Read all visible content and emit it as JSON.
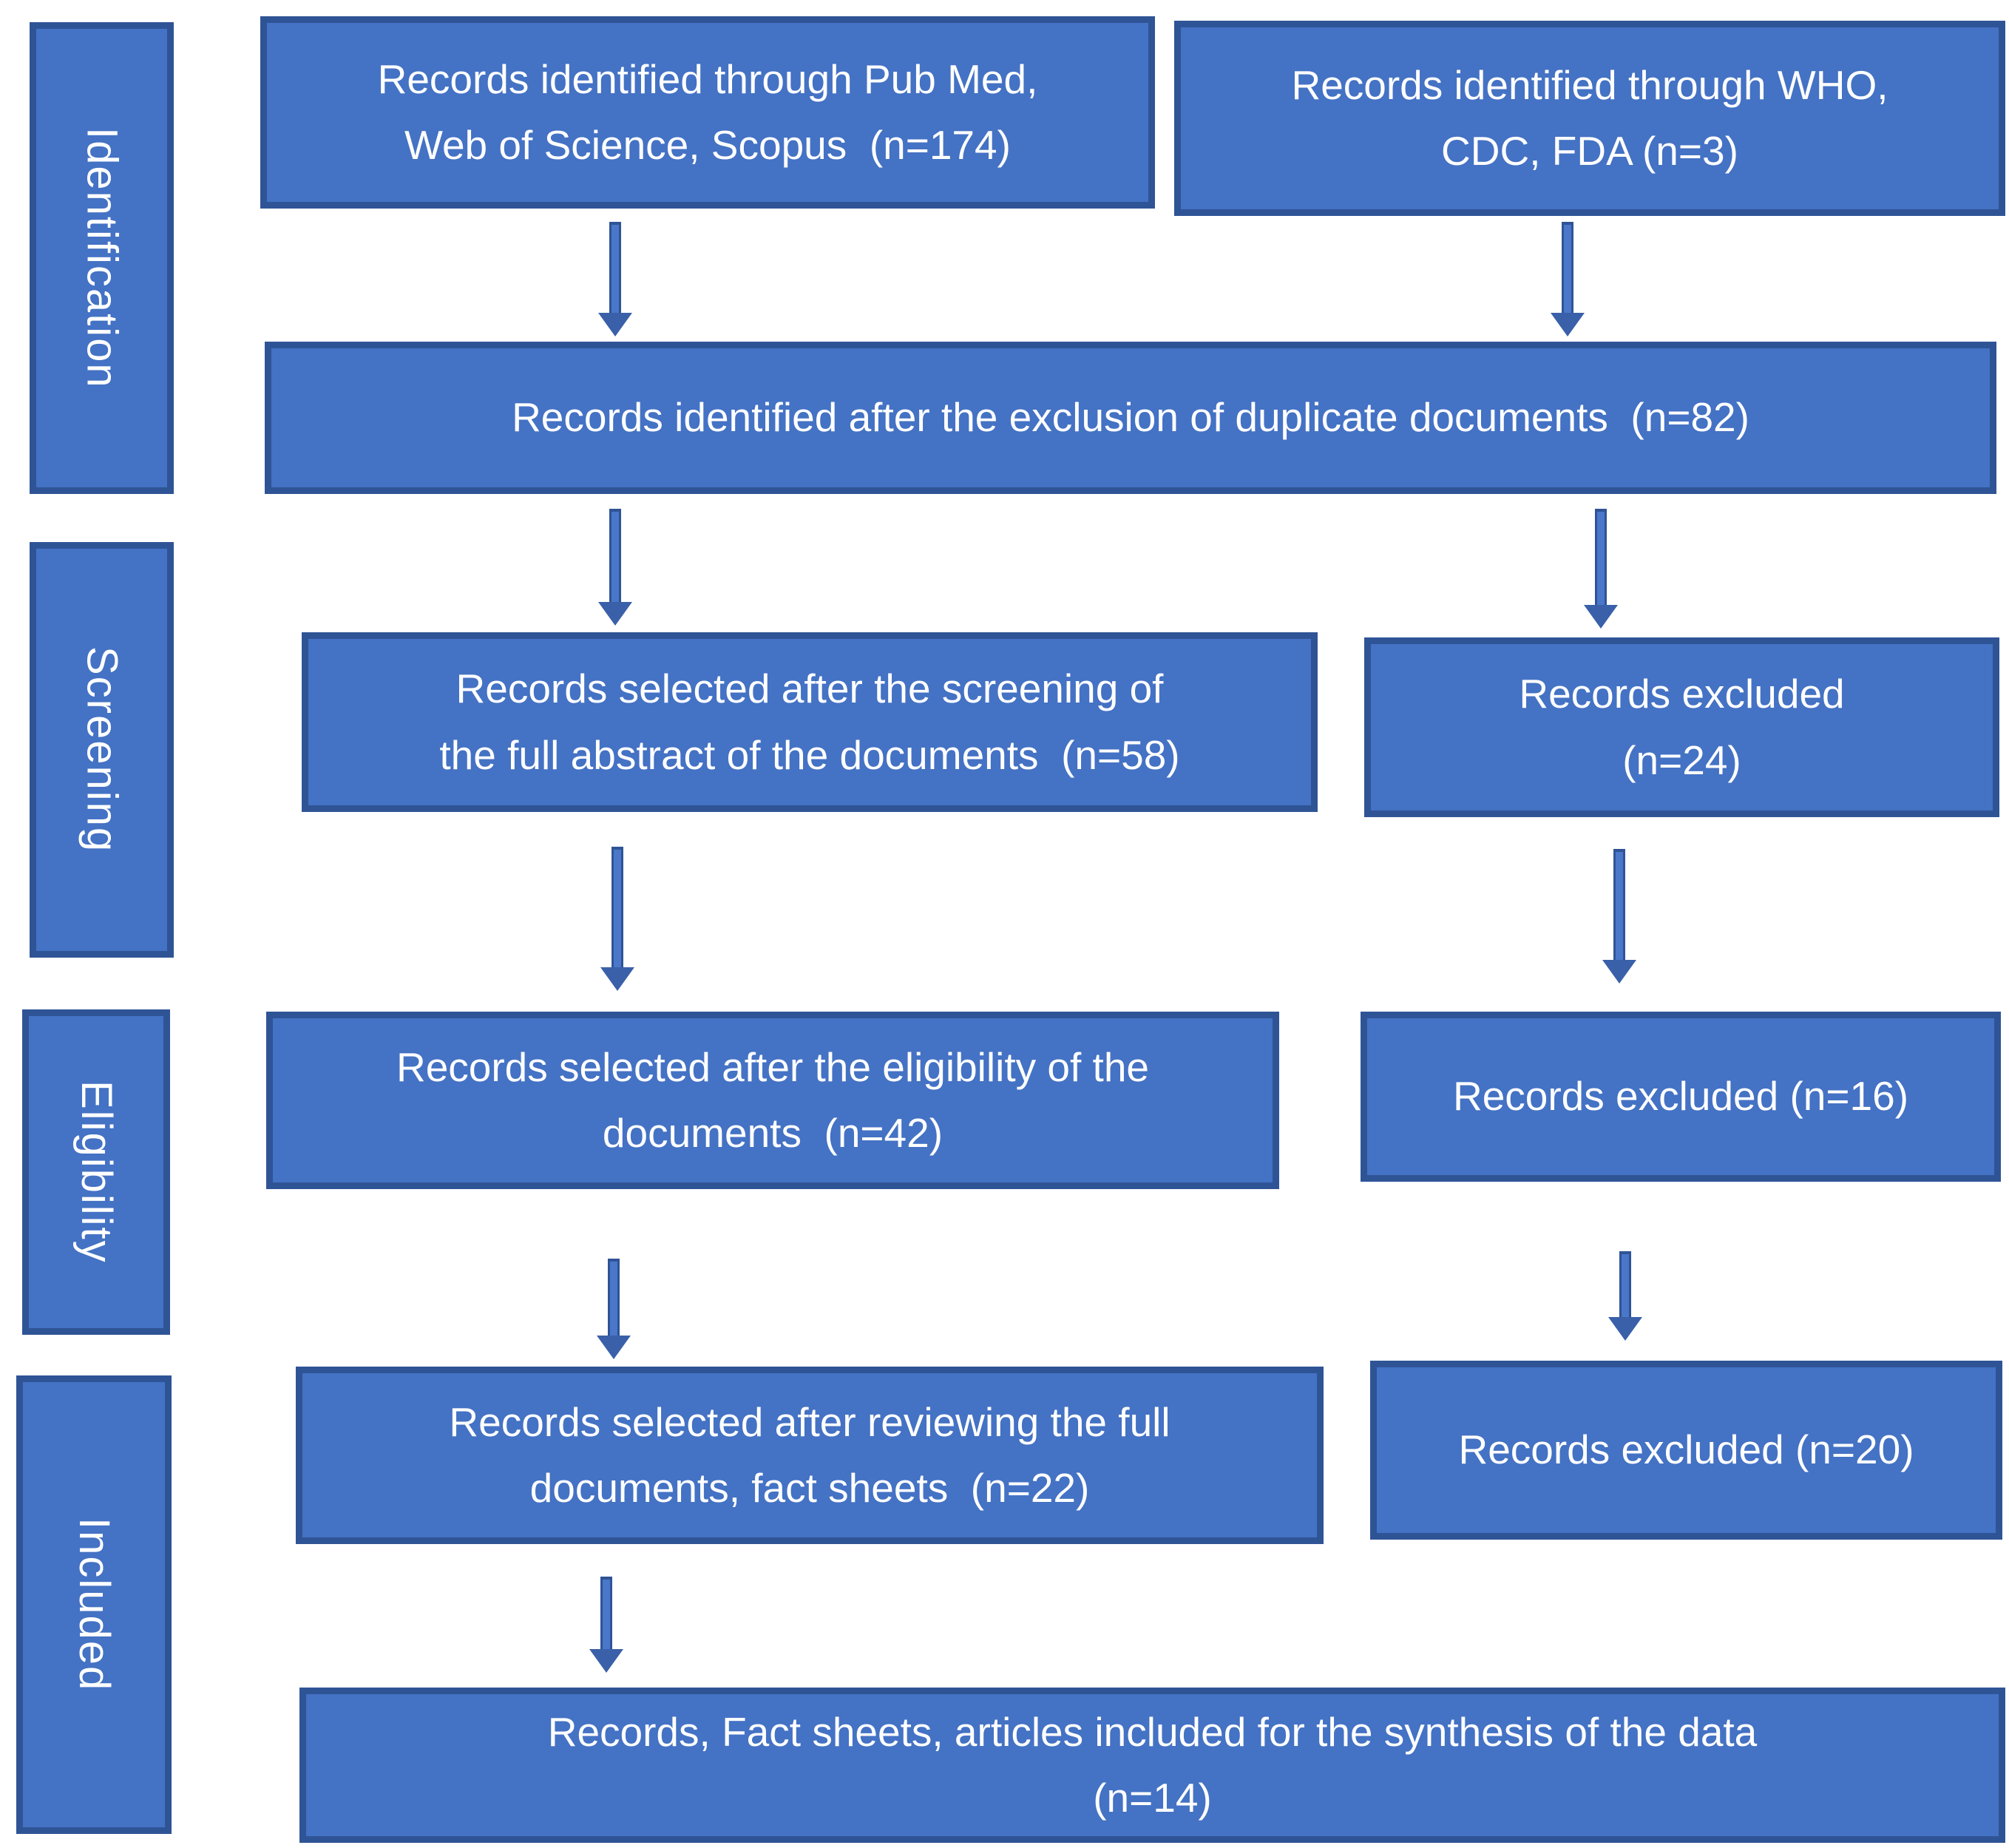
{
  "diagram": {
    "type": "prisma-flow-diagram",
    "colors": {
      "box_fill": "#4472C4",
      "box_border": "#2F5496",
      "arrow": "#3A60A9",
      "text": "#FFFFFF",
      "background": "#FFFFFF"
    },
    "stages": [
      {
        "id": "identification",
        "label": "Identification"
      },
      {
        "id": "screening",
        "label": "Screening"
      },
      {
        "id": "eligibility",
        "label": "Eligibility"
      },
      {
        "id": "included",
        "label": "Included"
      }
    ],
    "boxes": [
      {
        "id": "records-identified-databases",
        "n": 174,
        "text": "Records identified through Pub Med,\nWeb of Science, Scopus  (n=174)"
      },
      {
        "id": "records-identified-who-cdc-fda",
        "n": 3,
        "text": "Records identified through WHO,\nCDC, FDA (n=3)"
      },
      {
        "id": "records-after-duplicate-exclusion",
        "n": 82,
        "text": "Records identified after the exclusion of duplicate documents  (n=82)"
      },
      {
        "id": "records-after-abstract-screening",
        "n": 58,
        "text": "Records selected after the screening of\nthe full abstract of the documents  (n=58)"
      },
      {
        "id": "records-excluded-screening",
        "n": 24,
        "text": "Records excluded\n(n=24)"
      },
      {
        "id": "records-after-eligibility",
        "n": 42,
        "text": "Records selected after the eligibility of the\ndocuments  (n=42)"
      },
      {
        "id": "records-excluded-eligibility",
        "n": 16,
        "text": "Records excluded (n=16)"
      },
      {
        "id": "records-after-full-review",
        "n": 22,
        "text": "Records selected after reviewing the full\ndocuments, fact sheets  (n=22)"
      },
      {
        "id": "records-excluded-full-review",
        "n": 20,
        "text": "Records excluded (n=20)"
      },
      {
        "id": "records-included-synthesis",
        "n": 14,
        "text": "Records, Fact sheets, articles included for the synthesis of the data\n(n=14)"
      }
    ]
  }
}
